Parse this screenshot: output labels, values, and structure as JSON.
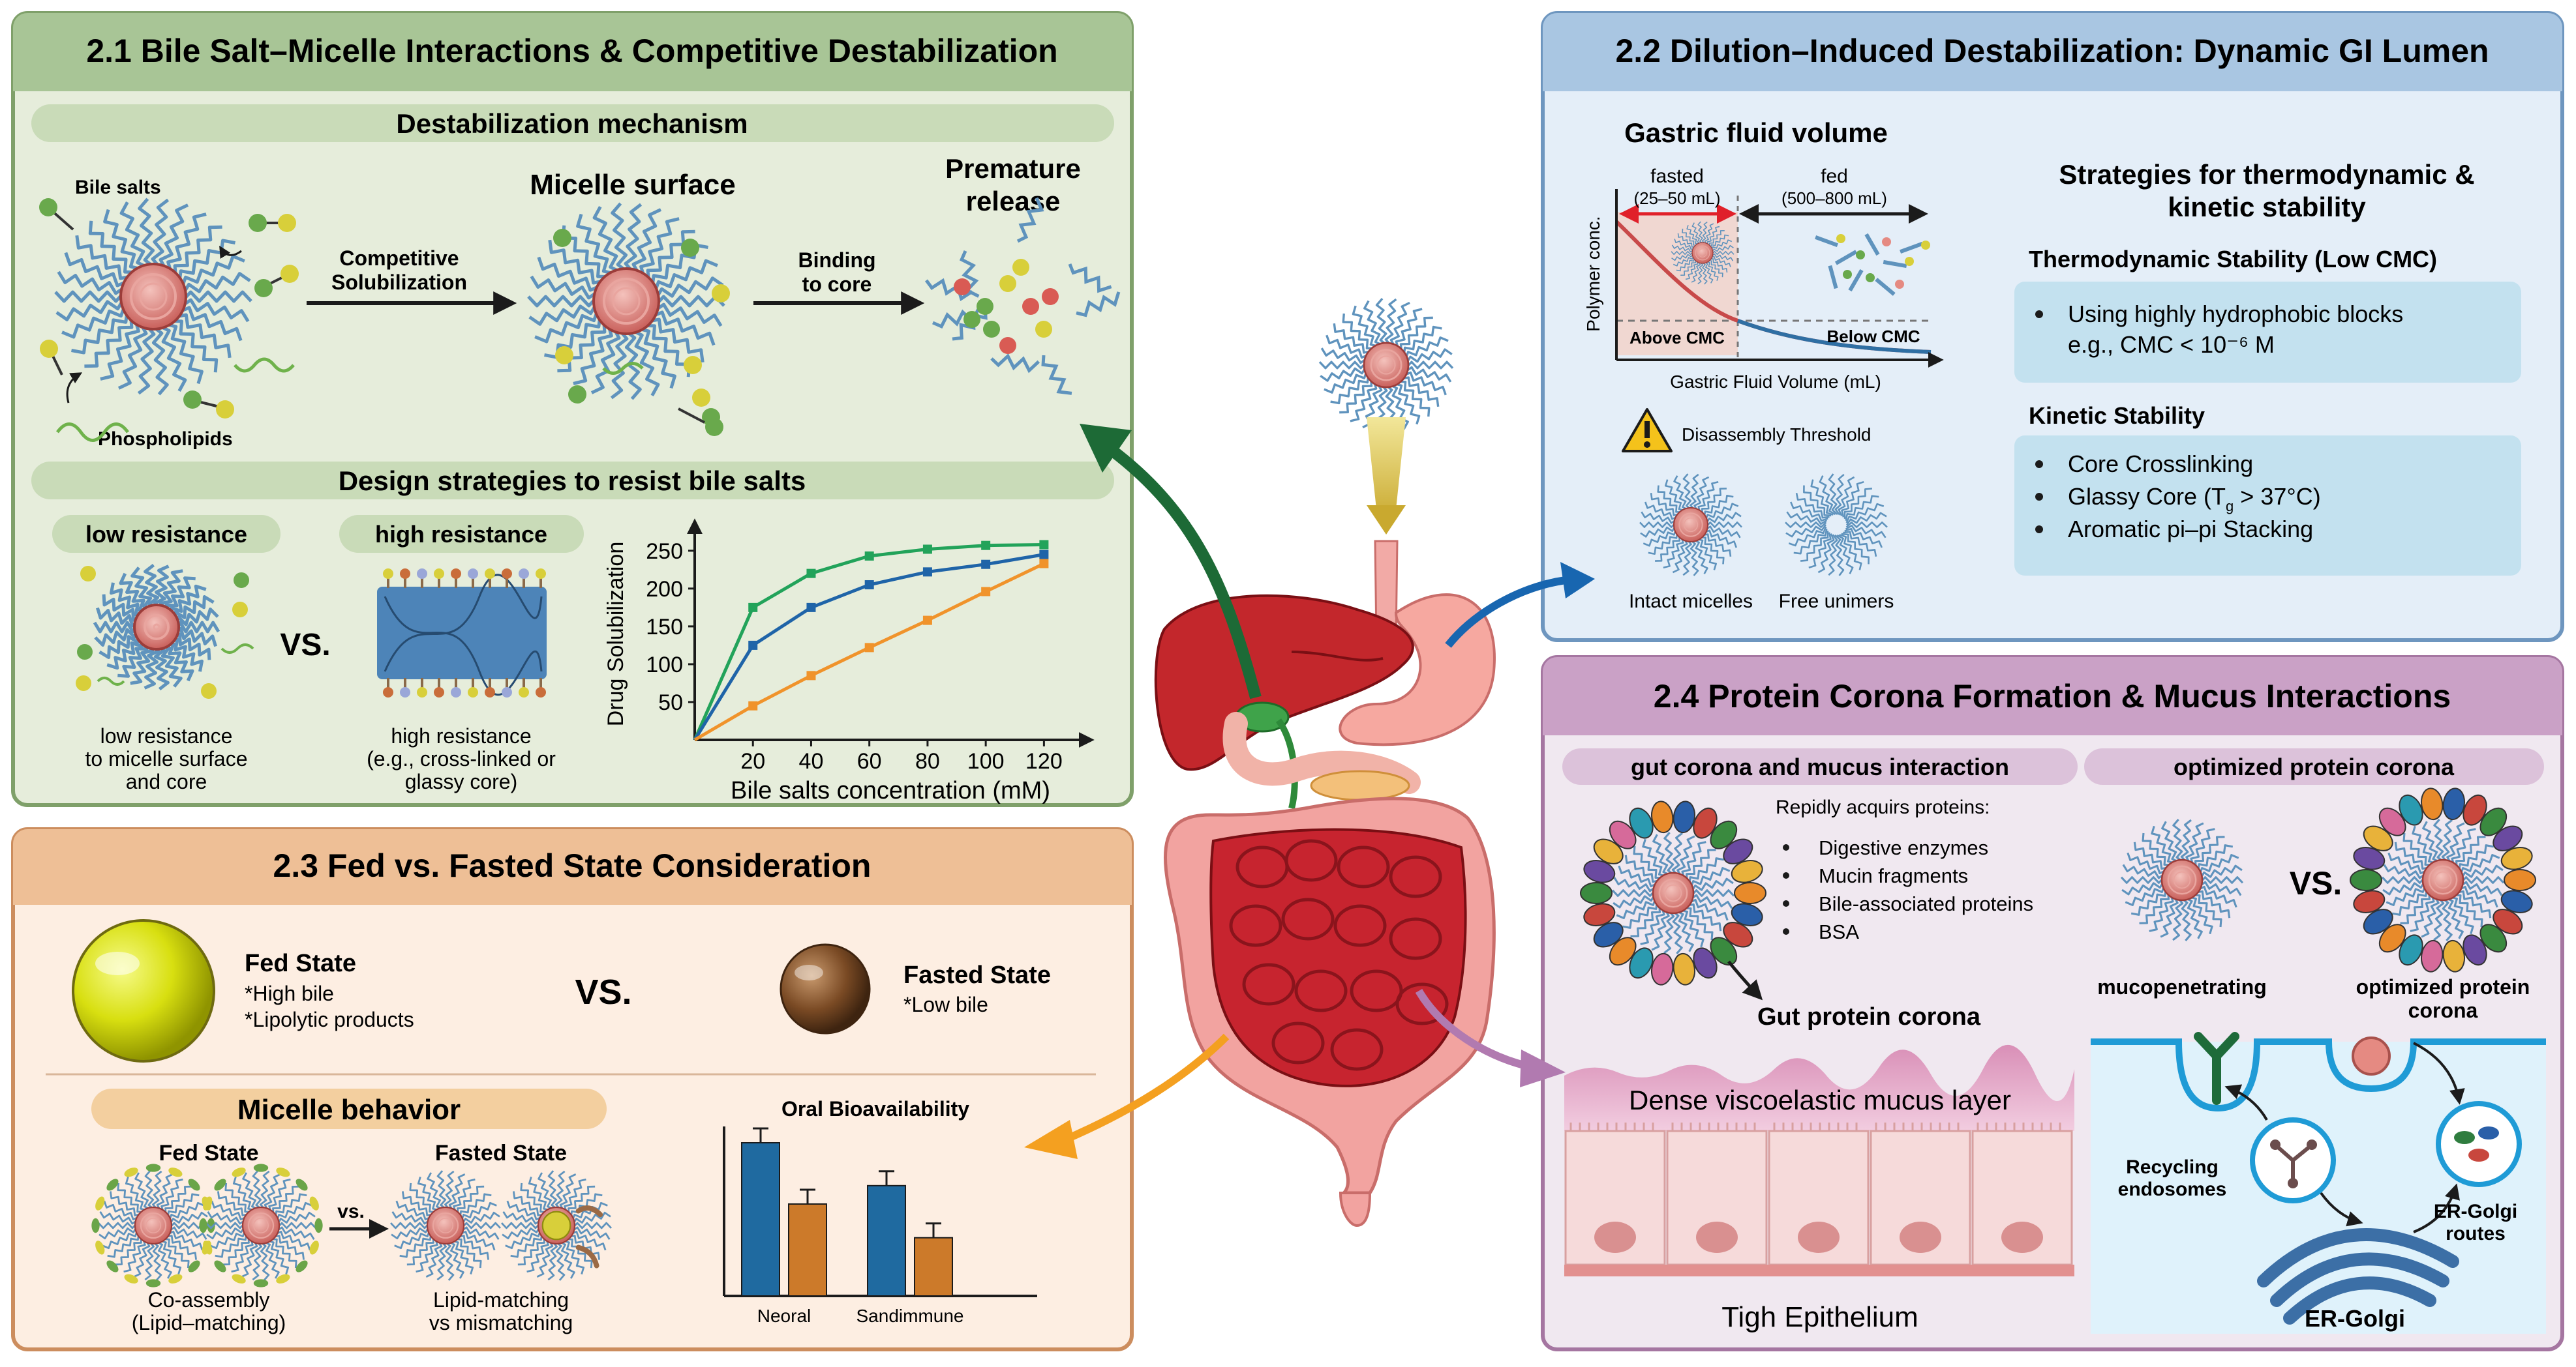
{
  "colors": {
    "panel1_bg": "#e6eddb",
    "panel1_border": "#7fa06a",
    "panel1_header": "#a8c596",
    "panel2_bg": "#e4eef8",
    "panel2_border": "#6e96bf",
    "panel2_header": "#a9c6e2",
    "panel3_bg": "#fdeee2",
    "panel3_border": "#cc8d5e",
    "panel3_header": "#eebf96",
    "panel4_bg": "#f0e8f0",
    "panel4_border": "#a576a1",
    "panel4_header": "#caa1c6",
    "green_series": "#22a35a",
    "blue_series": "#1f64a8",
    "orange_series": "#f0932b",
    "neoral_blue": "#1f6aa0",
    "sandimmune_orange": "#cc7a2a"
  },
  "p1": {
    "title": "2.1 Bile Salt–Micelle Interactions & Competitive Destabilization",
    "mech_header": "Destabilization mechanism",
    "bile_salts": "Bile salts",
    "phospholipids": "Phospholipids",
    "competitive": [
      "Competitive",
      "Solubilization"
    ],
    "micelle_surface": "Micelle surface",
    "binding": [
      "Binding",
      "to core"
    ],
    "premature": [
      "Premature",
      "release"
    ],
    "design_header": "Design strategies to resist bile salts",
    "low_pill": "low resistance",
    "high_pill": "high resistance",
    "vs": "VS.",
    "low_caption": [
      "low resistance",
      "to micelle surface",
      "and core"
    ],
    "high_caption": [
      "high resistance",
      "(e.g., cross-linked or",
      "glassy core)"
    ]
  },
  "chart_data": {
    "type": "line",
    "xlabel": "Bile salts concentration (mM)",
    "ylabel": "Drug Solubilization",
    "x_ticks": [
      "20",
      "40",
      "60",
      "80",
      "100",
      "120"
    ],
    "y_ticks": [
      "50",
      "100",
      "150",
      "200",
      "250"
    ],
    "xlim": [
      0,
      130
    ],
    "ylim": [
      0,
      280
    ],
    "series": [
      {
        "color": "#22a35a",
        "x": [
          0,
          20,
          40,
          60,
          80,
          100,
          120
        ],
        "y": [
          0,
          175,
          220,
          243,
          252,
          257,
          258
        ]
      },
      {
        "color": "#1f64a8",
        "x": [
          0,
          20,
          40,
          60,
          80,
          100,
          120
        ],
        "y": [
          0,
          125,
          175,
          205,
          222,
          232,
          245
        ]
      },
      {
        "color": "#f0932b",
        "x": [
          0,
          20,
          40,
          60,
          80,
          100,
          120
        ],
        "y": [
          0,
          45,
          85,
          122,
          158,
          196,
          233
        ]
      }
    ]
  },
  "p2": {
    "title": "2.2 Dilution–Induced Destabilization: Dynamic GI Lumen",
    "gastric_title": "Gastric fluid volume",
    "fasted": "fasted",
    "fasted_range": "(25–50 mL)",
    "fed": "fed",
    "fed_range": "(500–800 mL)",
    "ylabel": "Polymer conc.",
    "above": "Above CMC",
    "below": "Below CMC",
    "xlabel": "Gastric Fluid Volume (mL)",
    "threshold": "Disassembly Threshold",
    "intact": "Intact micelles",
    "free": "Free unimers",
    "strat_title": [
      "Strategies for thermodynamic &",
      "kinetic stability"
    ],
    "thermo_title": "Thermodynamic Stability (Low CMC)",
    "thermo_items": [
      "Using highly hydrophobic blocks",
      "e.g., CMC < 10⁻⁶ M"
    ],
    "kinetic_title": "Kinetic Stability",
    "kinetic_items": [
      "Core Crosslinking",
      "Glassy Core (T",
      "g",
      " > 37°C)",
      "Aromatic pi–pi Stacking"
    ]
  },
  "p3": {
    "title": "2.3 Fed vs. Fasted State Consideration",
    "fed_title": "Fed State",
    "fed_items": [
      "*High bile",
      "*Lipolytic products"
    ],
    "vs": "VS.",
    "fasted_title": "Fasted State",
    "fasted_items": [
      "*Low bile"
    ],
    "behavior": "Micelle behavior",
    "fed_state": "Fed State",
    "fasted_state": "Fasted State",
    "vs_small": "vs.",
    "co_caption": [
      "Co-assembly",
      "(Lipid–matching)"
    ],
    "lm_caption": [
      "Lipid-matching",
      "vs mismatching"
    ]
  },
  "bio_chart": {
    "type": "bar",
    "title": "Oral Bioavailability",
    "categories": [
      "Neoral",
      "Sandimmune"
    ],
    "series": [
      {
        "color": "#1f6aa0",
        "values": [
          100,
          72
        ]
      },
      {
        "color": "#cc7a2a",
        "values": [
          60,
          38
        ]
      }
    ]
  },
  "p4": {
    "title": "2.4 Protein Corona Formation & Mucus Interactions",
    "left_header": "gut corona and mucus interaction",
    "right_header": "optimized protein corona",
    "acquires": "Repidly acquirs proteins:",
    "items": [
      "Digestive enzymes",
      "Mucin fragments",
      "Bile-associated proteins",
      "BSA"
    ],
    "gut_corona": "Gut protein corona",
    "mucopen": "mucopenetrating",
    "vs": "VS.",
    "optimized": [
      "optimized protein",
      "corona"
    ],
    "mucus": "Dense viscoelastic mucus layer",
    "epith": "Tigh Epithelium",
    "recycling": [
      "Recycling",
      "endosomes"
    ],
    "er_routes": [
      "ER-Golgi",
      "routes"
    ],
    "er_golgi": "ER-Golgi"
  }
}
